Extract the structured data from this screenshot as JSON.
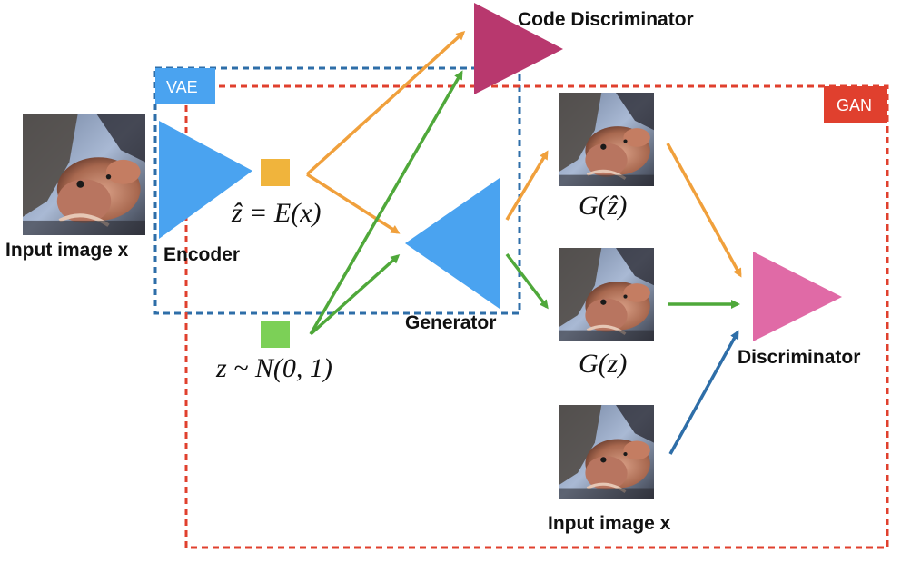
{
  "colors": {
    "vae_box": "#2e6ea8",
    "gan_box": "#e0402e",
    "vae_tag_bg": "#4aa3f0",
    "gan_tag_bg": "#e0402e",
    "encoder": "#4aa3f0",
    "generator": "#4aa3f0",
    "code_discriminator": "#b8386e",
    "discriminator": "#e06aa6",
    "latent_hat": "#f0b43c",
    "latent_prior": "#7cd057",
    "arrow_orange": "#f0a03c",
    "arrow_green": "#4fa83a",
    "arrow_blue": "#2e6ea8"
  },
  "labels": {
    "vae_tag": "VAE",
    "gan_tag": "GAN",
    "encoder": "Encoder",
    "generator": "Generator",
    "code_discriminator": "Code Discriminator",
    "discriminator": "Discriminator",
    "input_image_left": "Input image x",
    "input_image_bottom": "Input image x",
    "z_hat_expr": "ẑ = E(x)",
    "z_prior_expr": "z ~ N(0, 1)",
    "g_zhat": "G(ẑ)",
    "g_z": "G(z)"
  }
}
